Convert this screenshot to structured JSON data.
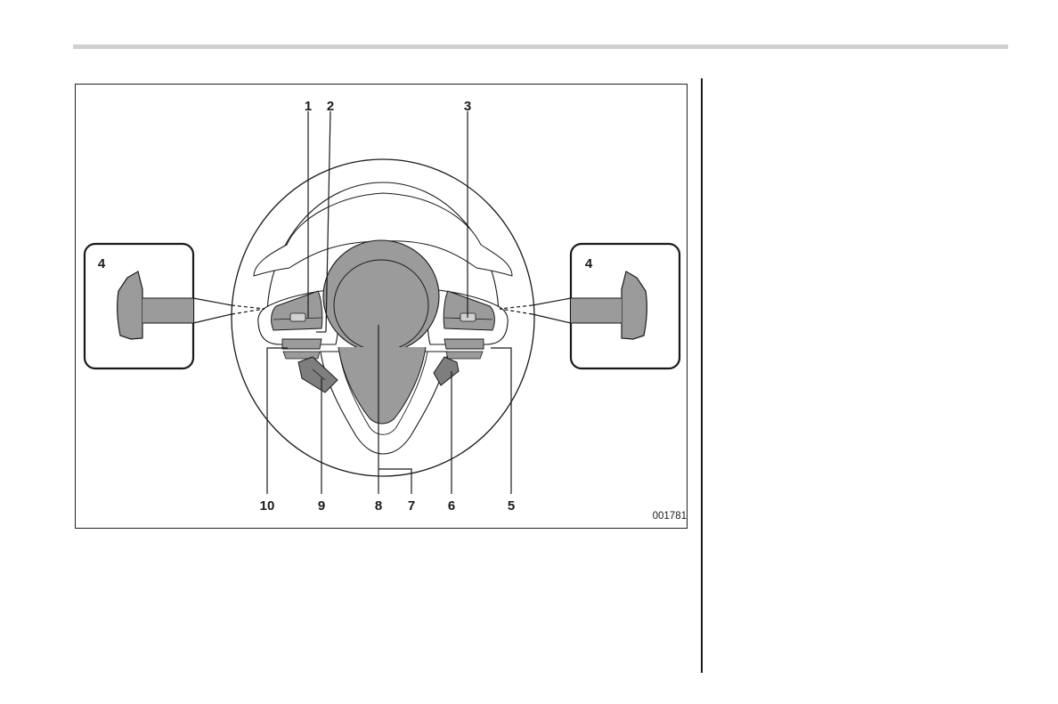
{
  "figure": {
    "code": "001781",
    "callouts": {
      "c1": "1",
      "c2": "2",
      "c3": "3",
      "c4_left": "4",
      "c4_right": "4",
      "c5": "5",
      "c6": "6",
      "c7": "7",
      "c8": "8",
      "c9": "9",
      "c10": "10"
    }
  },
  "colors": {
    "part_fill": "#9b9b9b",
    "dark_fill": "#777777",
    "line": "#1a1a1a",
    "rule": "#cfcfcf"
  }
}
